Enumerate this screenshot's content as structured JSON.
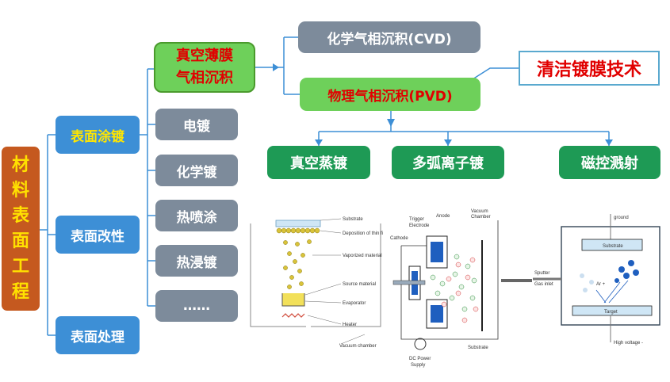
{
  "root": {
    "chars": [
      "材",
      "料",
      "表",
      "面",
      "工",
      "程"
    ]
  },
  "level1": [
    {
      "label": "表面涂镀"
    },
    {
      "label": "表面改性"
    },
    {
      "label": "表面处理"
    }
  ],
  "level2": {
    "vacuum": {
      "line1": "真空薄膜",
      "line2": "气相沉积"
    },
    "items": [
      "电镀",
      "化学镀",
      "热喷涂",
      "热浸镀",
      "……"
    ]
  },
  "deposition": {
    "cvd": "化学气相沉积(CVD)",
    "pvd": "物理气相沉积(PVD)"
  },
  "callout": "清洁镀膜技术",
  "pvd_methods": [
    "真空蒸镀",
    "多弧离子镀",
    "磁控溅射"
  ],
  "evaporation_diagram": {
    "labels": [
      "Substrate",
      "Deposition of thin fi",
      "Vaporized material",
      "Source material",
      "Evaporator",
      "Heater",
      "Vacuum chamber"
    ]
  },
  "arc_diagram": {
    "labels": [
      "Trigger",
      "Electrode",
      "Anode",
      "Vacuum",
      "Chamber",
      "Cathode",
      "Substrate",
      "DC Power",
      "Supply"
    ]
  },
  "sputter_diagram": {
    "labels": [
      "ground",
      "Substrate",
      "Sputter",
      "Gas inlet",
      "Ar +",
      "Target",
      "High voltage -"
    ]
  }
}
